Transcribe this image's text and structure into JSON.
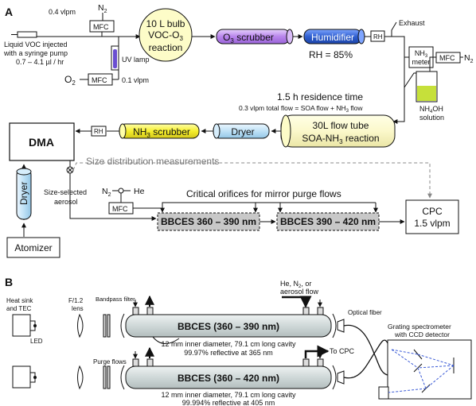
{
  "panel_a": {
    "label": "A",
    "n2_top": "N",
    "n2_top_sub": "2",
    "flow_04": "0.4 vlpm",
    "mfc_top": "MFC",
    "voc_note_1": "Liquid VOC injected",
    "voc_note_2": "with a syringe pump",
    "voc_note_3": "0.7 – 4.1 µl / hr",
    "uv_lamp": "UV lamp",
    "o2": "O",
    "o2_sub": "2",
    "mfc_o2": "MFC",
    "flow_01": "0.1 vlpm",
    "bulb_1": "10 L bulb",
    "bulb_2": "VOC-O",
    "bulb_2_sub": "3",
    "bulb_3": "reaction",
    "o3_scrubber": "O",
    "o3_scrubber_sub": "3",
    "o3_scrubber_rest": " scrubber",
    "humidifier": "Humidifier",
    "rh_box_1": "RH",
    "rh_label": "RH = 85%",
    "exhaust": "Exhaust",
    "nh3_meter_1": "NH",
    "nh3_meter_sub": "3",
    "nh3_meter_2": "meter",
    "mfc_n2_right": "MFC",
    "n2_right": "N",
    "n2_right_sub": "2",
    "nh4oh_1": "NH",
    "nh4oh_sub": "4",
    "nh4oh_2": "OH",
    "solution": "solution",
    "residence": "1.5 h residence time",
    "total_flow_1": "0.3 vlpm total flow = SOA flow + NH",
    "total_flow_sub": "3",
    "total_flow_2": " flow",
    "flowtube_1": "30L flow tube",
    "flowtube_2": "SOA-NH",
    "flowtube_2_sub": "3",
    "flowtube_2_rest": " reaction",
    "dryer_mid": "Dryer",
    "nh3_scrubber_1": "NH",
    "nh3_scrubber_sub": "3",
    "nh3_scrubber_2": " scrubber",
    "rh_box_2": "RH",
    "dma": "DMA",
    "dryer_vert": "Dryer",
    "atomizer": "Atomizer",
    "size_dist": "Size distribution measurements",
    "size_sel_1": "Size-selected",
    "size_sel_2": "aerosol",
    "n2_purge": "N",
    "n2_purge_sub": "2",
    "he": "He",
    "mfc_purge": "MFC",
    "orifices": "Critical orifices for mirror purge flows",
    "bbces_1": "BBCES 360 – 390 nm",
    "bbces_2": "BBCES 390 – 420 nm",
    "cpc_1": "CPC",
    "cpc_2": "1.5 vlpm"
  },
  "panel_b": {
    "label": "B",
    "heatsink_1": "Heat sink",
    "heatsink_2": "and TEC",
    "lens_1": "F/1.2",
    "lens_2": "lens",
    "bandpass": "Bandpass filter",
    "led": "LED",
    "flow_in_1": "He, N",
    "flow_in_sub": "2",
    "flow_in_2": ", or",
    "flow_in_3": "aerosol flow",
    "optical_fiber": "Optical fiber",
    "cav1_title": "BBCES (360 – 390 nm)",
    "cav1_line1": "12 mm inner diameter, 79.1 cm long cavity",
    "cav1_line2": "99.97% reflective at 365 nm",
    "purge_flows": "Purge flows",
    "to_cpc": "To CPC",
    "cav2_title": "BBCES (360 – 420 nm)",
    "cav2_line1": "12 mm inner diameter, 79.1 cm long cavity",
    "cav2_line2": "99.994% reflective at 405 nm",
    "spectro_1": "Grating spectrometer",
    "spectro_2": "with CCD detector"
  },
  "colors": {
    "bulb": "#fdfcc8",
    "o3_scrubber": "#c9a0ef",
    "humidifier": "#3f6fd8",
    "nh3_scrubber": "#f4ef38",
    "dryer": "#bfe1f6",
    "solution": "#c6e03a",
    "bbces": "#c8c8c8",
    "cavity": "#d4dcdc",
    "dashed": "#888888"
  }
}
